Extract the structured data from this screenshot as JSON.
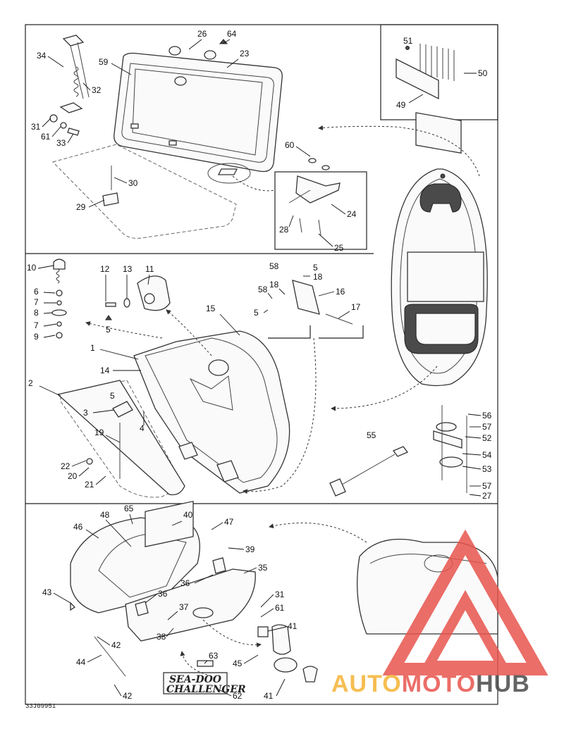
{
  "diagram": {
    "drawing_code": "33J09951",
    "callouts": [
      {
        "id": "c-26-top",
        "label": "26"
      },
      {
        "id": "c-64",
        "label": "64"
      },
      {
        "id": "c-23",
        "label": "23"
      },
      {
        "id": "c-34",
        "label": "34"
      },
      {
        "id": "c-59",
        "label": "59"
      },
      {
        "id": "c-32",
        "label": "32"
      },
      {
        "id": "c-31-top",
        "label": "31"
      },
      {
        "id": "c-61-top",
        "label": "61"
      },
      {
        "id": "c-33",
        "label": "33"
      },
      {
        "id": "c-30",
        "label": "30"
      },
      {
        "id": "c-29",
        "label": "29"
      },
      {
        "id": "c-51",
        "label": "51"
      },
      {
        "id": "c-50",
        "label": "50"
      },
      {
        "id": "c-49",
        "label": "49"
      },
      {
        "id": "c-60",
        "label": "60"
      },
      {
        "id": "c-24",
        "label": "24"
      },
      {
        "id": "c-28",
        "label": "28"
      },
      {
        "id": "c-25",
        "label": "25"
      },
      {
        "id": "c-10",
        "label": "10"
      },
      {
        "id": "c-6",
        "label": "6"
      },
      {
        "id": "c-7a",
        "label": "7"
      },
      {
        "id": "c-8",
        "label": "8"
      },
      {
        "id": "c-7b",
        "label": "7"
      },
      {
        "id": "c-9",
        "label": "9"
      },
      {
        "id": "c-12",
        "label": "12"
      },
      {
        "id": "c-13",
        "label": "13"
      },
      {
        "id": "c-11",
        "label": "11"
      },
      {
        "id": "c-5a",
        "label": "5"
      },
      {
        "id": "c-58a",
        "label": "58"
      },
      {
        "id": "c-5b",
        "label": "5"
      },
      {
        "id": "c-18a",
        "label": "18"
      },
      {
        "id": "c-18b",
        "label": "18"
      },
      {
        "id": "c-16",
        "label": "16"
      },
      {
        "id": "c-58b",
        "label": "58"
      },
      {
        "id": "c-5c",
        "label": "5"
      },
      {
        "id": "c-17",
        "label": "17"
      },
      {
        "id": "c-15",
        "label": "15"
      },
      {
        "id": "c-1",
        "label": "1"
      },
      {
        "id": "c-14",
        "label": "14"
      },
      {
        "id": "c-2",
        "label": "2"
      },
      {
        "id": "c-5d",
        "label": "5"
      },
      {
        "id": "c-3",
        "label": "3"
      },
      {
        "id": "c-4",
        "label": "4"
      },
      {
        "id": "c-19",
        "label": "19"
      },
      {
        "id": "c-22",
        "label": "22"
      },
      {
        "id": "c-20",
        "label": "20"
      },
      {
        "id": "c-21",
        "label": "21"
      },
      {
        "id": "c-55",
        "label": "55"
      },
      {
        "id": "c-56",
        "label": "56"
      },
      {
        "id": "c-57a",
        "label": "57"
      },
      {
        "id": "c-52",
        "label": "52"
      },
      {
        "id": "c-54",
        "label": "54"
      },
      {
        "id": "c-53",
        "label": "53"
      },
      {
        "id": "c-57b",
        "label": "57"
      },
      {
        "id": "c-27",
        "label": "27"
      },
      {
        "id": "c-48",
        "label": "48"
      },
      {
        "id": "c-65",
        "label": "65"
      },
      {
        "id": "c-40",
        "label": "40"
      },
      {
        "id": "c-46",
        "label": "46"
      },
      {
        "id": "c-47",
        "label": "47"
      },
      {
        "id": "c-39",
        "label": "39"
      },
      {
        "id": "c-35",
        "label": "35"
      },
      {
        "id": "c-36a",
        "label": "36"
      },
      {
        "id": "c-43",
        "label": "43"
      },
      {
        "id": "c-36b",
        "label": "36"
      },
      {
        "id": "c-37",
        "label": "37"
      },
      {
        "id": "c-31-bot",
        "label": "31"
      },
      {
        "id": "c-61-bot",
        "label": "61"
      },
      {
        "id": "c-41a",
        "label": "41"
      },
      {
        "id": "c-38",
        "label": "38"
      },
      {
        "id": "c-42a",
        "label": "42"
      },
      {
        "id": "c-44",
        "label": "44"
      },
      {
        "id": "c-45",
        "label": "45"
      },
      {
        "id": "c-63",
        "label": "63"
      },
      {
        "id": "c-41b",
        "label": "41"
      },
      {
        "id": "c-42b",
        "label": "42"
      },
      {
        "id": "c-62",
        "label": "62"
      }
    ]
  },
  "logo": {
    "line1": "SEA-DOO",
    "line2": "CHALLENGER"
  },
  "watermark": {
    "text_a": "AUTO",
    "text_b": "MOTO",
    "text_c": "HUB",
    "color_primary": "#e8554e",
    "color_accent": "#f5b335",
    "color_dark": "#4a4a4a"
  }
}
